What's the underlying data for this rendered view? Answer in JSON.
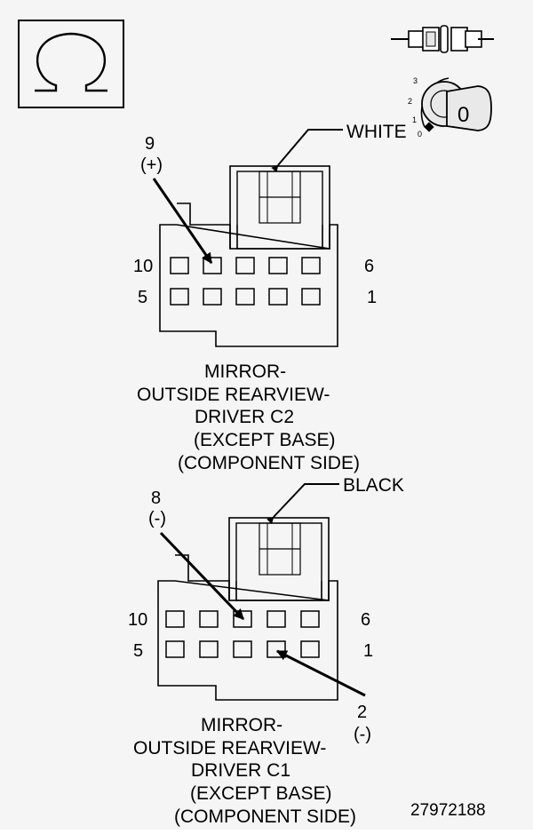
{
  "icons": {
    "ohmmeter": "ohm-symbol-icon",
    "connector_probe": "connector-probe-icon",
    "ignition": "ignition-key-icon"
  },
  "ignition": {
    "positions": [
      "3",
      "2",
      "1",
      "0"
    ],
    "key_label": "0"
  },
  "connector_c2": {
    "wire_color": "WHITE",
    "probe_pin": "9",
    "probe_polarity": "(+)",
    "row_labels": {
      "top_left": "10",
      "top_right": "6",
      "bottom_left": "5",
      "bottom_right": "1"
    },
    "caption": [
      "MIRROR-",
      "OUTSIDE REARVIEW-",
      "DRIVER C2",
      "(EXCEPT BASE)",
      "(COMPONENT SIDE)"
    ]
  },
  "connector_c1": {
    "wire_color": "BLACK",
    "probe_neg_pin": "8",
    "probe_neg_polarity": "(-)",
    "probe_pin2": "2",
    "probe_pin2_polarity": "(-)",
    "row_labels": {
      "top_left": "10",
      "top_right": "6",
      "bottom_left": "5",
      "bottom_right": "1"
    },
    "caption": [
      "MIRROR-",
      "OUTSIDE REARVIEW-",
      "DRIVER C1",
      "(EXCEPT BASE)",
      "(COMPONENT SIDE)"
    ]
  },
  "figure_number": "27972188"
}
